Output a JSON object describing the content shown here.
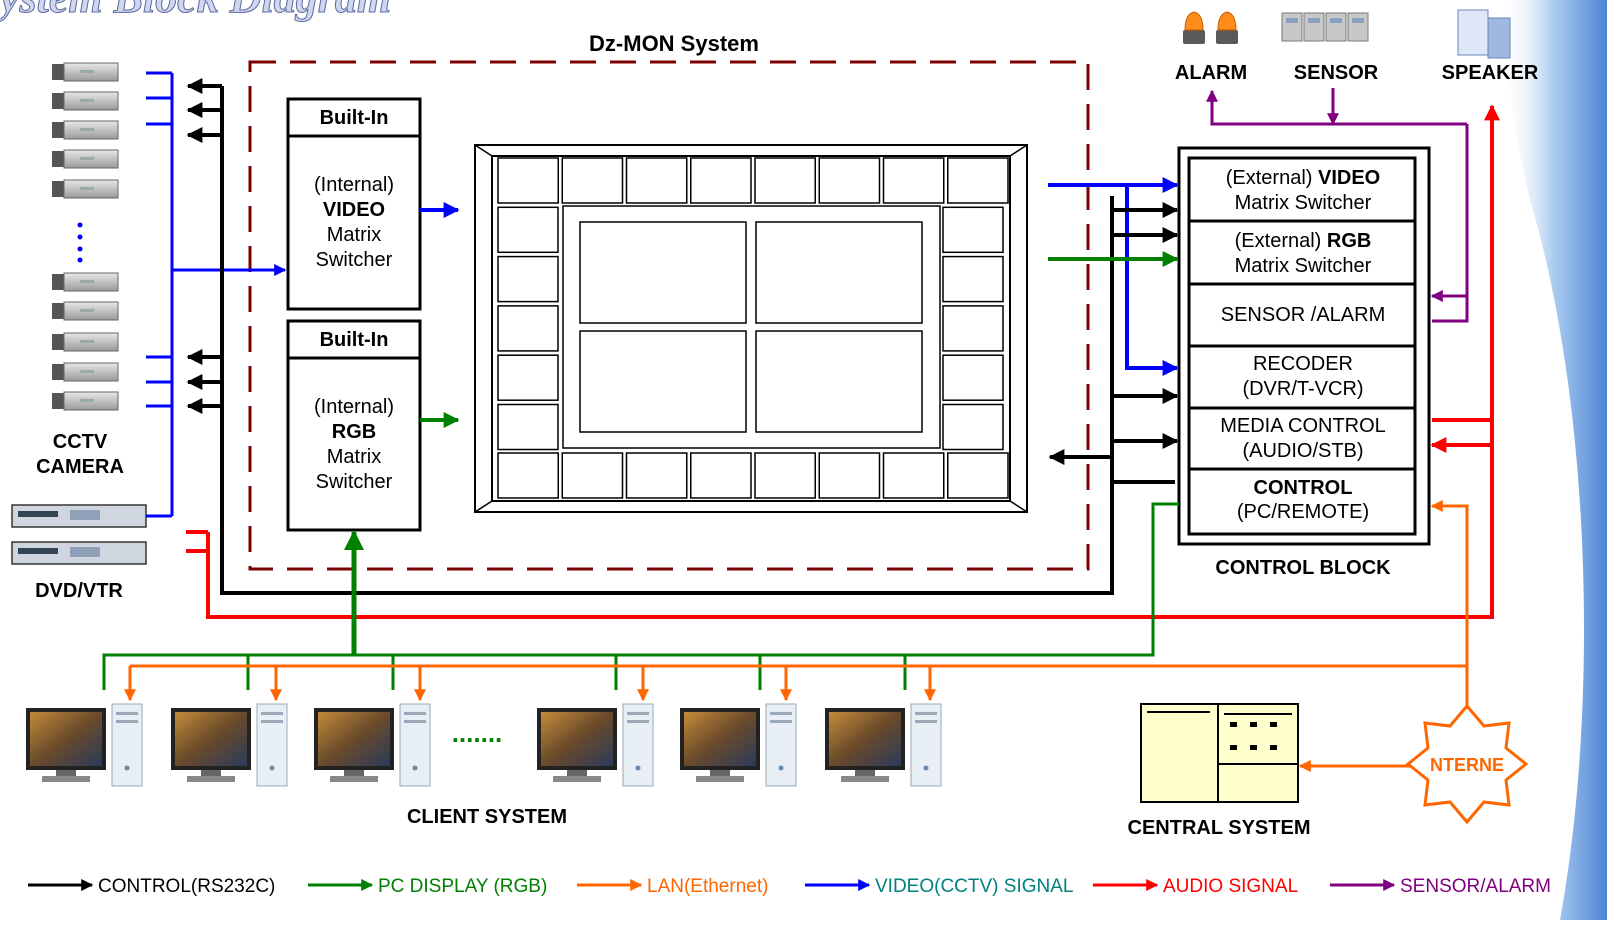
{
  "title": "ystem Block Diagram",
  "system_label": "Dz-MON System",
  "cctv_camera": {
    "line1": "CCTV",
    "line2": "CAMERA"
  },
  "dvd_vtr": "DVD/VTR",
  "video_switcher": {
    "header": "Built-In",
    "line1": "(Internal)",
    "line2": "VIDEO",
    "line3": "Matrix",
    "line4": "Switcher"
  },
  "rgb_switcher": {
    "header": "Built-In",
    "line1": "(Internal)",
    "line2": "RGB",
    "line3": "Matrix",
    "line4": "Switcher"
  },
  "devices": {
    "alarm": "ALARM",
    "sensor": "SENSOR",
    "speaker": "SPEAKER"
  },
  "control_block": {
    "label": "CONTROL BLOCK",
    "ext_video": {
      "pre": "(External) ",
      "bold": "VIDEO",
      "line2": "Matrix Switcher"
    },
    "ext_rgb": {
      "pre": "(External) ",
      "bold": "RGB",
      "line2": "Matrix Switcher"
    },
    "sensor_alarm": "SENSOR /ALARM",
    "recoder": {
      "line1": "RECODER",
      "line2": "(DVR/T-VCR)"
    },
    "media": {
      "line1": "MEDIA CONTROL",
      "line2": "(AUDIO/STB)"
    },
    "control": {
      "line1": "CONTROL",
      "line2": "(PC/REMOTE)"
    }
  },
  "client_system": "CLIENT SYSTEM",
  "client_dots": ".......",
  "central_system": "CENTRAL SYSTEM",
  "internet": "NTERNE",
  "colors": {
    "control": "#000000",
    "rgb": "#008000",
    "lan": "#ff6600",
    "video": "#0000ff",
    "audio": "#ff0000",
    "sensor": "#800080",
    "frame": "#7f0000"
  },
  "legend": [
    {
      "label": "CONTROL(RS232C)",
      "color": "#000000"
    },
    {
      "label": "PC DISPLAY (RGB)",
      "color": "#008000"
    },
    {
      "label": "LAN(Ethernet)",
      "color": "#ff6600"
    },
    {
      "label": "VIDEO(CCTV) SIGNAL",
      "color": "#008080"
    },
    {
      "label": "AUDIO SIGNAL",
      "color": "#ff0000"
    },
    {
      "label": "SENSOR/ALARM",
      "color": "#800080"
    }
  ]
}
